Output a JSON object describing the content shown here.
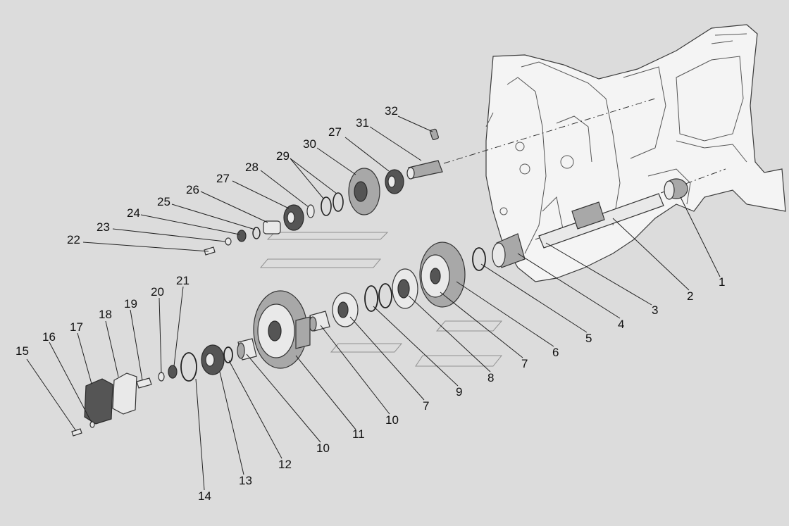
{
  "callouts": [
    {
      "id": "1",
      "text": "1"
    },
    {
      "id": "2",
      "text": "2"
    },
    {
      "id": "3",
      "text": "3"
    },
    {
      "id": "4",
      "text": "4"
    },
    {
      "id": "5",
      "text": "5"
    },
    {
      "id": "6",
      "text": "6"
    },
    {
      "id": "7a",
      "text": "7"
    },
    {
      "id": "7b",
      "text": "7"
    },
    {
      "id": "8",
      "text": "8"
    },
    {
      "id": "9",
      "text": "9"
    },
    {
      "id": "10a",
      "text": "10"
    },
    {
      "id": "10b",
      "text": "10"
    },
    {
      "id": "11",
      "text": "11"
    },
    {
      "id": "12",
      "text": "12"
    },
    {
      "id": "13",
      "text": "13"
    },
    {
      "id": "14",
      "text": "14"
    },
    {
      "id": "15",
      "text": "15"
    },
    {
      "id": "16",
      "text": "16"
    },
    {
      "id": "17",
      "text": "17"
    },
    {
      "id": "18",
      "text": "18"
    },
    {
      "id": "19",
      "text": "19"
    },
    {
      "id": "20",
      "text": "20"
    },
    {
      "id": "21",
      "text": "21"
    },
    {
      "id": "22",
      "text": "22"
    },
    {
      "id": "23",
      "text": "23"
    },
    {
      "id": "24",
      "text": "24"
    },
    {
      "id": "25",
      "text": "25"
    },
    {
      "id": "26",
      "text": "26"
    },
    {
      "id": "27a",
      "text": "27"
    },
    {
      "id": "27b",
      "text": "27"
    },
    {
      "id": "28",
      "text": "28"
    },
    {
      "id": "29",
      "text": "29"
    },
    {
      "id": "30",
      "text": "30"
    },
    {
      "id": "31",
      "text": "31"
    },
    {
      "id": "32",
      "text": "32"
    }
  ],
  "colors": {
    "background": "#dcdcdc",
    "part_dark": "#555555",
    "part_mid": "#a8a8a8",
    "housing": "#f4f4f4"
  }
}
